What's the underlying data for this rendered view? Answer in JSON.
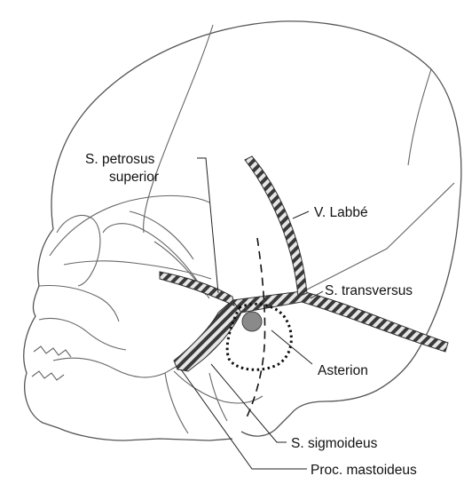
{
  "labels": {
    "petrosus_line1": "S. petrosus",
    "petrosus_line2": "superior",
    "labbe": "V. Labbé",
    "transversus": "S. transversus",
    "asterion": "Asterion",
    "sigmoideus": "S. sigmoideus",
    "mastoideus": "Proc. mastoideus"
  },
  "colors": {
    "line": "#555555",
    "sinus_dark": "#3a3a3a",
    "sinus_light": "#e6e6e6",
    "asterion_dot": "#8a8a8a",
    "text": "#111111"
  }
}
